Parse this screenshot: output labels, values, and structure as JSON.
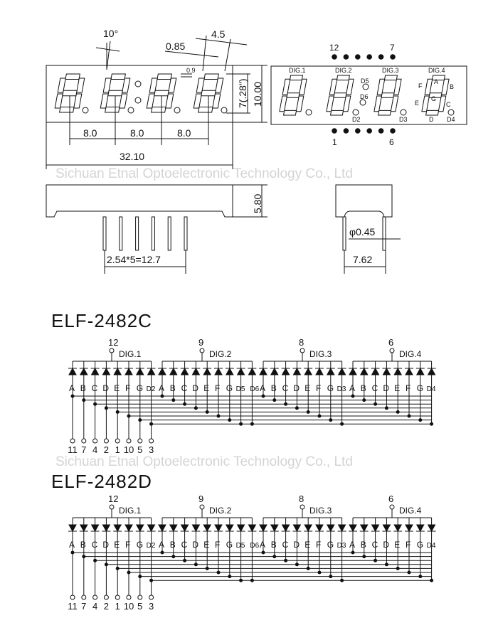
{
  "watermark": "Sichuan Etnal Optoelectronic Technology Co., Ltd",
  "front_view": {
    "angle": "10°",
    "dims": {
      "seg_width": "4.5",
      "stroke": "0.85",
      "dp_offset": "0.9",
      "digit_height": "7(.28\")",
      "height": "10.00",
      "pitch1": "8.0",
      "pitch2": "8.0",
      "pitch3": "8.0",
      "length": "32.10"
    }
  },
  "pin_view": {
    "pin_top_left": "12",
    "pin_top_right": "7",
    "pin_bottom_left": "1",
    "pin_bottom_right": "6",
    "digits": [
      "DIG.1",
      "DIG.2",
      "DIG.3",
      "DIG.4"
    ],
    "dp_labels": {
      "d2": "D2",
      "d3": "D3",
      "d4": "D4",
      "d5": "D5",
      "d6": "D6"
    },
    "segments": {
      "a": "A",
      "b": "B",
      "c": "C",
      "d": "D",
      "e": "E",
      "f": "F",
      "g": "G"
    }
  },
  "side_view": {
    "height": "5.80",
    "pitch": "2.54*5=12.7"
  },
  "end_view": {
    "pin_dia": "φ0.45",
    "row_spacing": "7.62"
  },
  "schematics": [
    {
      "title": "ELF-2482C",
      "direction": "up"
    },
    {
      "title": "ELF-2482D",
      "direction": "down"
    }
  ],
  "schematic_common": {
    "digits": [
      {
        "label": "DIG.1",
        "pin": "12",
        "segments": [
          "A",
          "B",
          "C",
          "D",
          "E",
          "F",
          "G",
          "D2"
        ]
      },
      {
        "label": "DIG.2",
        "pin": "9",
        "segments": [
          "A",
          "B",
          "C",
          "D",
          "E",
          "F",
          "G",
          "D5",
          "D6"
        ]
      },
      {
        "label": "DIG.3",
        "pin": "8",
        "segments": [
          "A",
          "B",
          "C",
          "D",
          "E",
          "F",
          "G",
          "D3"
        ]
      },
      {
        "label": "DIG.4",
        "pin": "6",
        "segments": [
          "A",
          "B",
          "C",
          "D",
          "E",
          "F",
          "G",
          "D4"
        ]
      }
    ],
    "segment_pins": [
      "11",
      "7",
      "4",
      "2",
      "1",
      "10",
      "5",
      "3"
    ]
  }
}
